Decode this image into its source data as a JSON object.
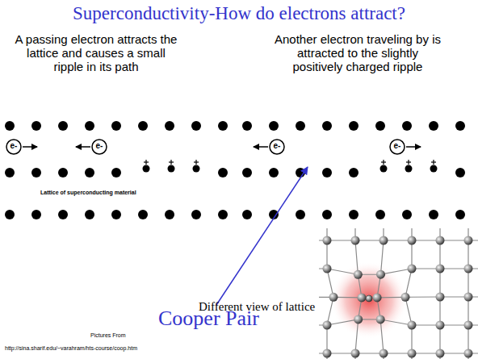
{
  "diagram": {
    "title": "Superconductivity-How do electrons attract?",
    "labels": [
      "A passing electron attracts the lattice and causes a small ripple in its path",
      "Another electron traveling by is attracted to the slightly positively charged ripple",
      "e-",
      "e-",
      "e-",
      "e-",
      "Lattice of superconducting material",
      "Cooper Pair",
      "Different view of lattice",
      "Pictures From",
      "http://sina.sharif.edu/~varahram/hts-course/coop.htm"
    ]
  }
}
